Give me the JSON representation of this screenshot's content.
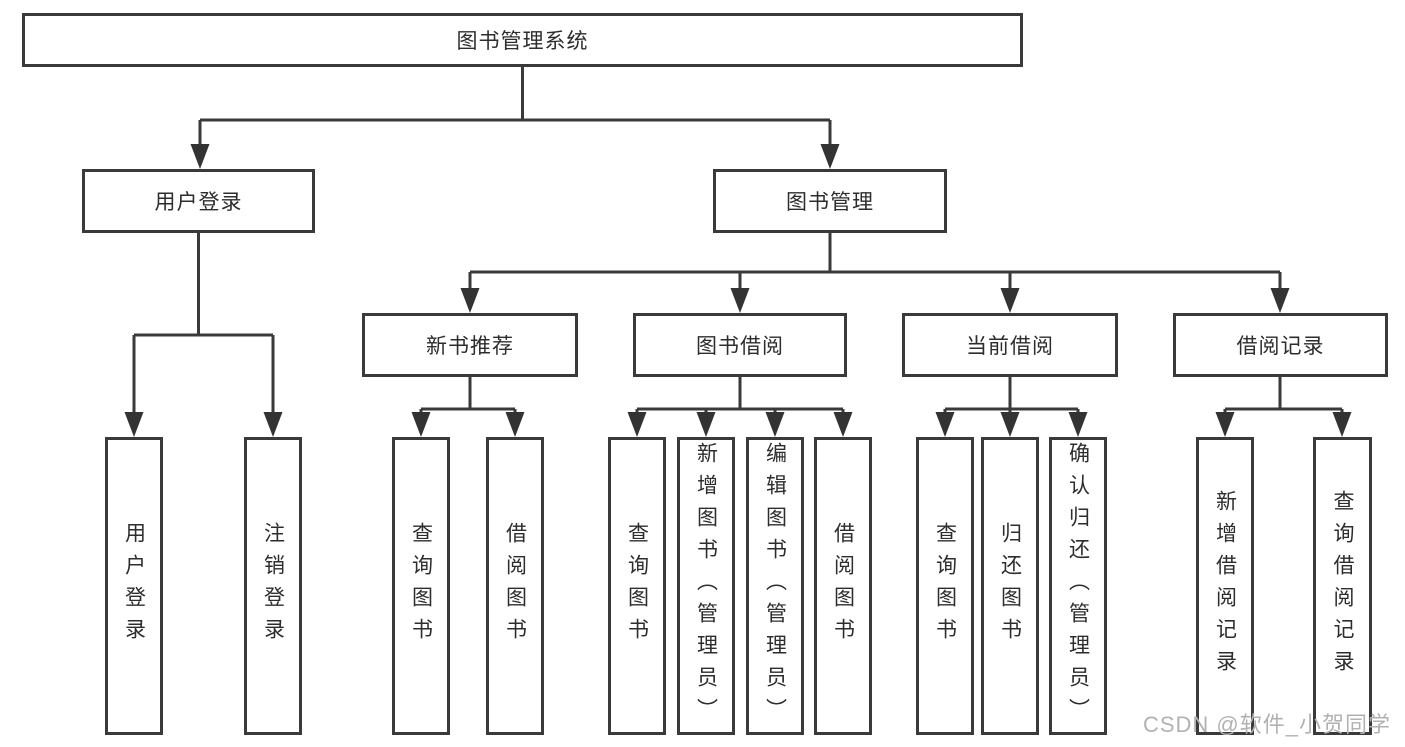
{
  "diagram_type": "hierarchy-tree",
  "tree": {
    "label": "图书管理系统",
    "children": [
      {
        "label": "用户登录",
        "children": [
          {
            "label": "用户登录"
          },
          {
            "label": "注销登录"
          }
        ]
      },
      {
        "label": "图书管理",
        "children": [
          {
            "label": "新书推荐",
            "children": [
              {
                "label": "查询图书"
              },
              {
                "label": "借阅图书"
              }
            ]
          },
          {
            "label": "图书借阅",
            "children": [
              {
                "label": "查询图书"
              },
              {
                "label": "新增图书（管理员）"
              },
              {
                "label": "编辑图书（管理员）"
              },
              {
                "label": "借阅图书"
              }
            ]
          },
          {
            "label": "当前借阅",
            "children": [
              {
                "label": "查询图书"
              },
              {
                "label": "归还图书"
              },
              {
                "label": "确认归还（管理员）"
              }
            ]
          },
          {
            "label": "借阅记录",
            "children": [
              {
                "label": "新增借阅记录"
              },
              {
                "label": "查询借阅记录"
              }
            ]
          }
        ]
      }
    ]
  },
  "watermark": {
    "text": "CSDN @软件_小贺同学"
  },
  "colors": {
    "line": "#3a3a3a",
    "box_border": "#3a3a3a",
    "text": "#2d2d2d",
    "watermark": "#b2b2b2",
    "background": "#ffffff"
  }
}
